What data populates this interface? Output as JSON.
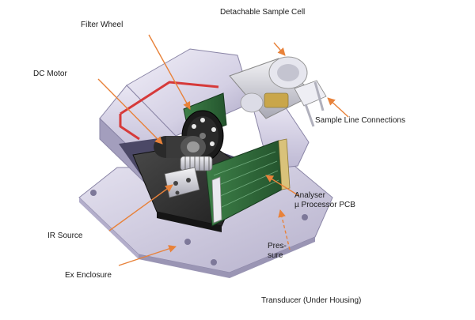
{
  "labels": {
    "filter_wheel": "Filter Wheel",
    "detachable_sample_cell": "Detachable Sample Cell",
    "dc_motor": "DC Motor",
    "sample_line_connections": "Sample Line Connections",
    "analyser_line1": "Analyser",
    "analyser_line2": "µ Processor PCB",
    "ir_source": "IR Source",
    "pressure_line1": "Pres-",
    "pressure_line2": "sure",
    "ex_enclosure": "Ex Enclosure",
    "transducer": "Transducer (Under Housing)"
  },
  "colors": {
    "leader_arrow": "#e8823a",
    "housing": "#d9d6e8",
    "housing_shadow": "#9f9bb8",
    "housing_dark": "#5e5a78",
    "base_plate": "#3a3a3a",
    "pcb": "#2f6b3a",
    "gasket": "#d63a3a",
    "brass": "#c9a64a"
  }
}
